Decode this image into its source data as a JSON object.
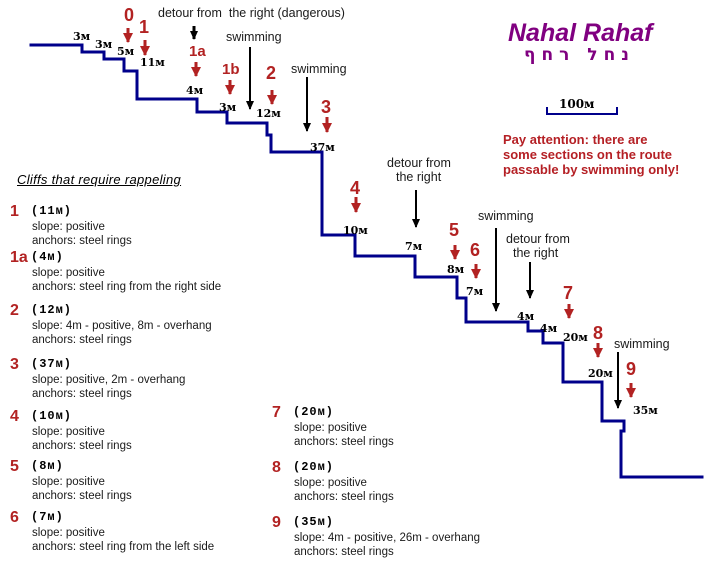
{
  "title": {
    "english": "Nahal Rahaf",
    "hebrew": "נחל רחף"
  },
  "scale": {
    "label": "100м"
  },
  "warning": {
    "lines": [
      "Pay attention: there are",
      "some sections on the route",
      "passable by swimming only!"
    ]
  },
  "annotations": {
    "detour_dangerous": "detour from  the right (dangerous)",
    "swimming": "swimming",
    "detour_line1": "detour from",
    "detour_line2": "the right"
  },
  "profile": {
    "cliff_markers": [
      "0",
      "1",
      "1a",
      "1b",
      "2",
      "3",
      "4",
      "5",
      "6",
      "7",
      "8",
      "9"
    ],
    "height_labels": [
      "3м",
      "3м",
      "5м",
      "11м",
      "4м",
      "3м",
      "12м",
      "37м",
      "10м",
      "7м",
      "8м",
      "7м",
      "4м",
      "4м",
      "20м",
      "20м",
      "35м"
    ]
  },
  "legend": {
    "heading": "Cliffs that require rappeling",
    "entries": [
      {
        "num": "1",
        "height": "(11м)",
        "slope": "slope: positive",
        "anchors": "anchors: steel rings"
      },
      {
        "num": "1a",
        "height": "(4м)",
        "slope": "slope: positive",
        "anchors": "anchors: steel ring from the right side"
      },
      {
        "num": "2",
        "height": "(12м)",
        "slope": "slope: 4m - positive, 8m - overhang",
        "anchors": "anchors: steel rings"
      },
      {
        "num": "3",
        "height": "(37м)",
        "slope": "slope: positive, 2m - overhang",
        "anchors": "anchors: steel rings"
      },
      {
        "num": "4",
        "height": "(10м)",
        "slope": "slope: positive",
        "anchors": "anchors: steel rings"
      },
      {
        "num": "5",
        "height": "(8м)",
        "slope": "slope: positive",
        "anchors": "anchors: steel rings"
      },
      {
        "num": "6",
        "height": "(7м)",
        "slope": "slope: positive",
        "anchors": "anchors: steel ring from the left side"
      },
      {
        "num": "7",
        "height": "(20м)",
        "slope": "slope: positive",
        "anchors": "anchors: steel rings"
      },
      {
        "num": "8",
        "height": "(20м)",
        "slope": "slope: positive",
        "anchors": "anchors: steel rings"
      },
      {
        "num": "9",
        "height": "(35м)",
        "slope": "slope: 4m - positive, 26m - overhang",
        "anchors": "anchors: steel rings"
      }
    ]
  },
  "colors": {
    "profile_line": "#00008B",
    "red_accent": "#B22222",
    "title_purple": "#800080"
  }
}
